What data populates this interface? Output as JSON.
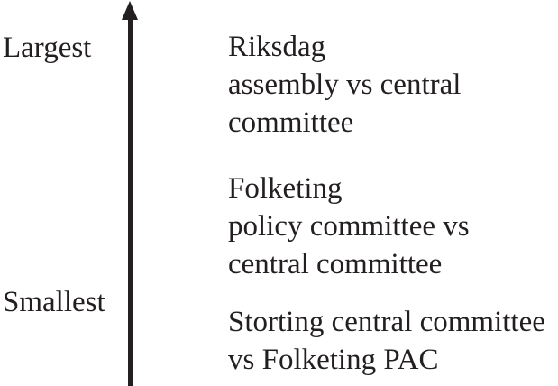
{
  "diagram": {
    "title": "",
    "axis": {
      "direction": "up",
      "top_label": "Largest",
      "bottom_label": "Smallest"
    },
    "items": [
      {
        "text": "Riksdag\nassembly vs central\ncommittee"
      },
      {
        "text": "Folketing\npolicy committee vs\ncentral committee"
      },
      {
        "text": "Storting central committee\nvs Folketing PAC"
      }
    ],
    "colors": {
      "text": "#231f20",
      "arrow": "#231f20",
      "background": "#ffffff"
    }
  }
}
